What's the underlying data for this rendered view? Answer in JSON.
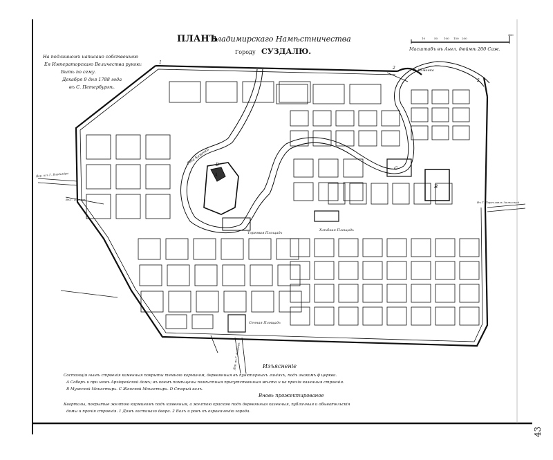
{
  "title": {
    "plan": "ПЛАНЪ",
    "name": "Владимирскаго Намѣстничества",
    "city_prefix": "Городу",
    "city": "СУЗДАЛЮ."
  },
  "approval": {
    "line1": "На подлинномъ написано собственною",
    "line2": "Ея Императорскаго Величества рукою:",
    "line3": "Быть по сему.",
    "line4": "Декабря 9 дня 1788 года",
    "line5": "въ С. Петербургѣ."
  },
  "scale": {
    "ticks": [
      "10",
      "50",
      "100",
      "150",
      "200",
      "400"
    ],
    "caption": "Масштабъ въ Англ. дюймѣ 200 Саж."
  },
  "labels": {
    "river_kamenka_top": "Р. Каменка",
    "river_kamenka": "Река Каменка",
    "torgovaya": "Торговая Площадь",
    "khlebnaya": "Хлѣбная Площадь",
    "sennaya": "Сенная Площадь",
    "road_vladimir": "Дор. изъ Г. Владиміра",
    "road_west": "Въ Г. Юрьевъ",
    "road_pereslavl": "Въ Г. Переславль Залѣсской",
    "road_south": "Дор. въ Г. Ковровъ",
    "letters": [
      "A",
      "B",
      "C",
      "D"
    ],
    "numbers": [
      "1",
      "2",
      "2"
    ]
  },
  "legend": {
    "heading": "Изъясненіе",
    "line1": "Состоящія нынѣ строенія каменныя покрыты темною кармином, деревянныя въ пунктирныхъ линіяхъ, подъ знакомъ ϕ церкви.",
    "line2": "A Соборъ и при немъ Архіерейской домъ; въ коемъ помѣщены помѣстныя присутственныя мѣста и на прочія казенныя строенія.",
    "line3": "B Мужской Монастырь. C Женской Монастырь. D Старый валъ.",
    "subheading": "Вновь прожектированое",
    "line4": "Кварталы, покрытые желтою карминомъ подъ каменныя, а желтою краскою подъ деревянныя казенныя, публичныя и обывательскія",
    "line5": "домы и прочія строенія. 1 Домъ гостинаго двора. 2 Валъ и ровъ къ ограниченію города."
  },
  "page_number": "43",
  "colors": {
    "ink": "#111111",
    "paper": "#ffffff"
  }
}
